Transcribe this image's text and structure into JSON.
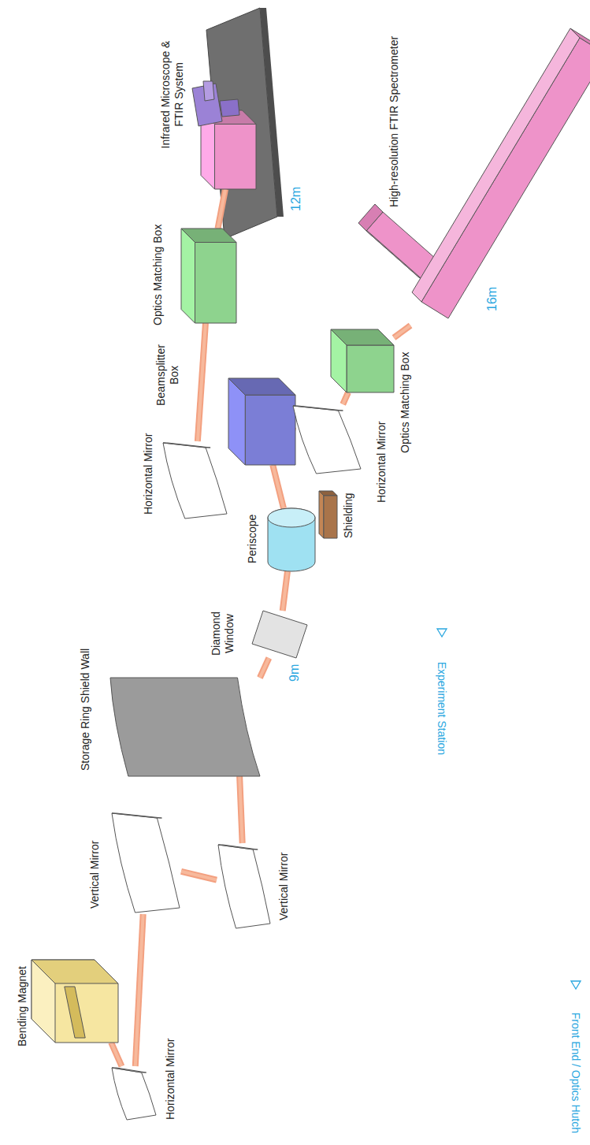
{
  "diagram": {
    "nodes": [
      {
        "text": [
          "Bending Magnet"
        ]
      },
      {
        "text": [
          "Horizontal Mirror"
        ]
      },
      {
        "text": [
          "Vertical Mirror"
        ]
      },
      {
        "text": [
          "Vertical Mirror"
        ]
      },
      {
        "text": [
          "Storage Ring Shield Wall"
        ]
      },
      {
        "text": [
          "Diamond Window"
        ]
      },
      {
        "text": [
          "Periscope"
        ]
      },
      {
        "text": [
          "Shielding"
        ]
      },
      {
        "text": [
          "Beamsplitter Box"
        ]
      },
      {
        "text": [
          "Horizontal Mirror"
        ]
      },
      {
        "text": [
          "Optics Matching Box"
        ]
      },
      {
        "text": [
          "Infrared Microscope & FTIR System"
        ]
      },
      {
        "text": [
          "Horizontal Mirror"
        ]
      },
      {
        "text": [
          "Optics Matching Box"
        ]
      },
      {
        "text": [
          "High-resolution FTIR Spectrometer"
        ]
      }
    ],
    "edges": [
      {
        "from": 0,
        "to": 1,
        "arrow": "none"
      },
      {
        "from": 1,
        "to": 2,
        "arrow": "none"
      },
      {
        "from": 2,
        "to": 3,
        "arrow": "none"
      },
      {
        "from": 3,
        "to": 4,
        "arrow": "none"
      },
      {
        "from": 4,
        "to": 5,
        "arrow": "none"
      },
      {
        "from": 5,
        "to": 6,
        "arrow": "none"
      },
      {
        "from": 6,
        "to": 8,
        "arrow": "none"
      },
      {
        "from": 8,
        "to": 9,
        "arrow": "none"
      },
      {
        "from": 9,
        "to": 10,
        "arrow": "none"
      },
      {
        "from": 10,
        "to": 11,
        "arrow": "none"
      },
      {
        "from": 8,
        "to": 12,
        "arrow": "none"
      },
      {
        "from": 12,
        "to": 13,
        "arrow": "none"
      },
      {
        "from": 13,
        "to": 14,
        "arrow": "none"
      }
    ],
    "labels": [
      "9m",
      "12m",
      "16m",
      "Experiment Station",
      "Front End / Optics Hutch"
    ]
  }
}
